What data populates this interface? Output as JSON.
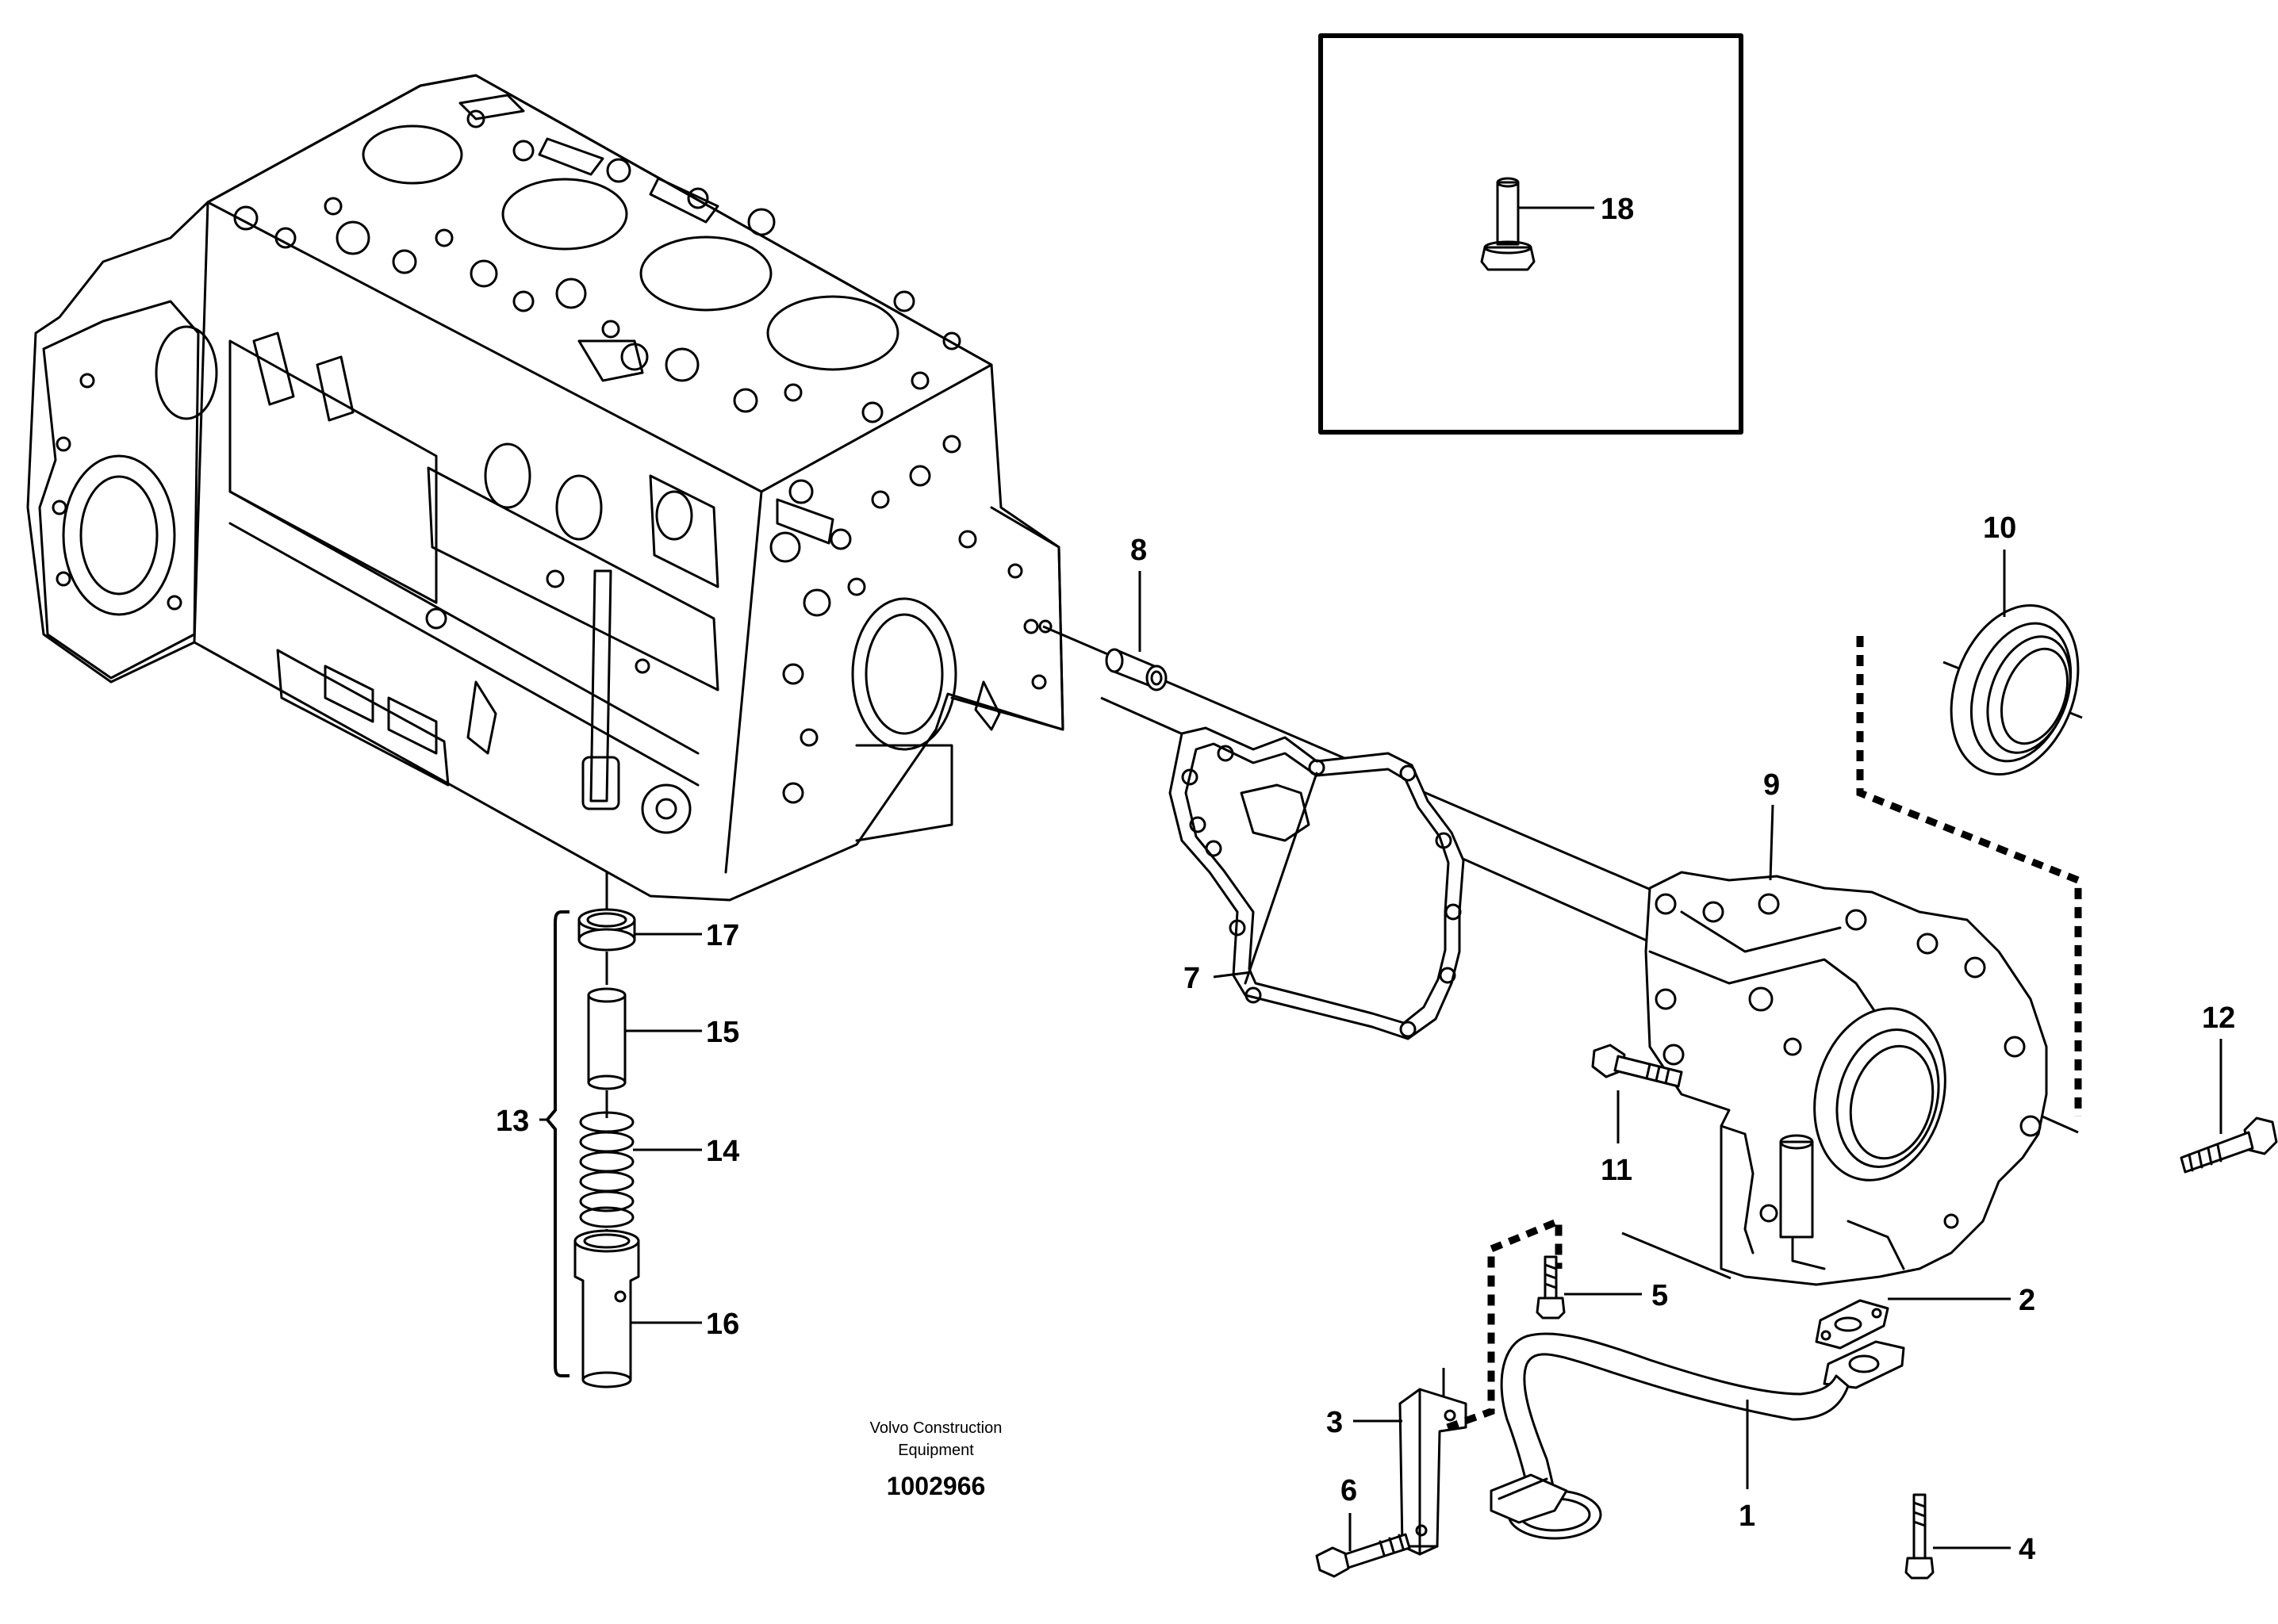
{
  "diagram": {
    "labels": {
      "l1": "1",
      "l2": "2",
      "l3": "3",
      "l4": "4",
      "l5": "5",
      "l6": "6",
      "l7": "7",
      "l8": "8",
      "l9": "9",
      "l10": "10",
      "l11": "11",
      "l12": "12",
      "l13": "13",
      "l14": "14",
      "l15": "15",
      "l16": "16",
      "l17": "17",
      "l18": "18"
    },
    "credit_line1": "Volvo Construction",
    "credit_line2": "Equipment",
    "doc_number": "1002966"
  }
}
